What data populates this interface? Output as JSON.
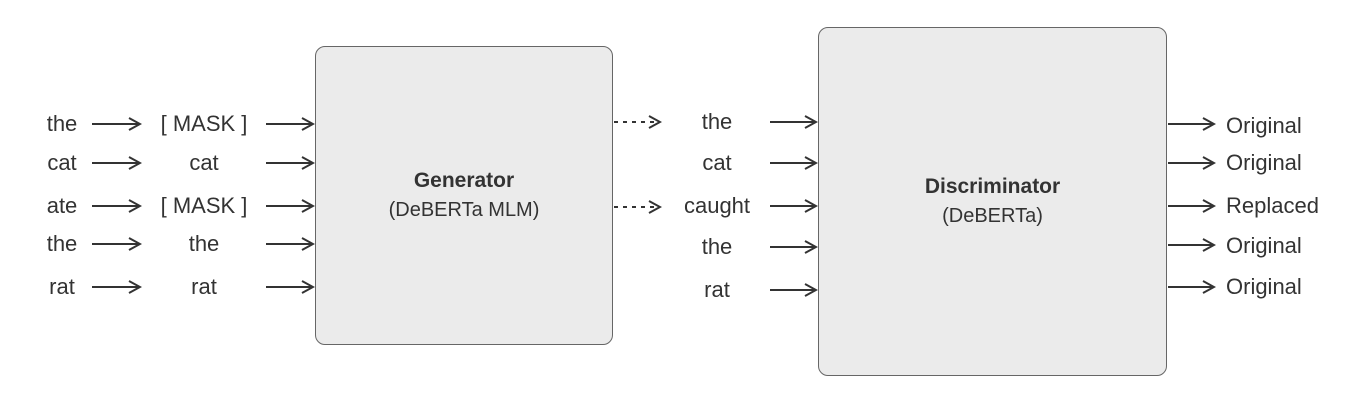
{
  "generator": {
    "title": "Generator",
    "subtitle": "(DeBERTa MLM)"
  },
  "discriminator": {
    "title": "Discriminator",
    "subtitle": "(DeBERTa)"
  },
  "input_tokens": [
    "the",
    "cat",
    "ate",
    "the",
    "rat"
  ],
  "masked_tokens": [
    "[ MASK ]",
    "cat",
    "[ MASK ]",
    "the",
    "rat"
  ],
  "generated_tokens": [
    "the",
    "cat",
    "caught",
    "the",
    "rat"
  ],
  "outputs": [
    "Original",
    "Original",
    "Replaced",
    "Original",
    "Original"
  ],
  "colors": {
    "box_fill": "#ebebeb",
    "box_border": "#666666",
    "text": "#333333",
    "arrow": "#333333"
  }
}
